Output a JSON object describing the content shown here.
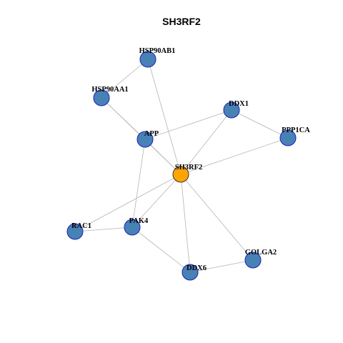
{
  "title": "SH3RF2",
  "colors": {
    "hub_node": "#FFA500",
    "node": "#4682B4",
    "node_border": "#1a1adc",
    "hub_border": "#333333",
    "edge": "#b4b4b4"
  },
  "nodes": [
    {
      "id": "SH3RF2",
      "label": "SH3RF2",
      "hub": true
    },
    {
      "id": "HSP90AB1",
      "label": "HSP90AB1",
      "hub": false
    },
    {
      "id": "HSP90AA1",
      "label": "HSP90AA1",
      "hub": false
    },
    {
      "id": "DDX1",
      "label": "DDX1",
      "hub": false
    },
    {
      "id": "APP",
      "label": "APP",
      "hub": false
    },
    {
      "id": "PPP1CA",
      "label": "PPP1CA",
      "hub": false
    },
    {
      "id": "RAC1",
      "label": "RAC1",
      "hub": false
    },
    {
      "id": "PAK4",
      "label": "PAK4",
      "hub": false
    },
    {
      "id": "GOLGA2",
      "label": "GOLGA2",
      "hub": false
    },
    {
      "id": "DDX6",
      "label": "DDX6",
      "hub": false
    }
  ],
  "edges": [
    [
      "HSP90AB1",
      "HSP90AA1"
    ],
    [
      "HSP90AB1",
      "SH3RF2"
    ],
    [
      "HSP90AA1",
      "APP"
    ],
    [
      "HSP90AA1",
      "SH3RF2"
    ],
    [
      "APP",
      "DDX1"
    ],
    [
      "APP",
      "SH3RF2"
    ],
    [
      "APP",
      "PAK4"
    ],
    [
      "DDX1",
      "PPP1CA"
    ],
    [
      "DDX1",
      "SH3RF2"
    ],
    [
      "PPP1CA",
      "SH3RF2"
    ],
    [
      "SH3RF2",
      "RAC1"
    ],
    [
      "SH3RF2",
      "PAK4"
    ],
    [
      "SH3RF2",
      "DDX6"
    ],
    [
      "SH3RF2",
      "GOLGA2"
    ],
    [
      "RAC1",
      "PAK4"
    ],
    [
      "PAK4",
      "DDX6"
    ],
    [
      "DDX6",
      "GOLGA2"
    ]
  ]
}
